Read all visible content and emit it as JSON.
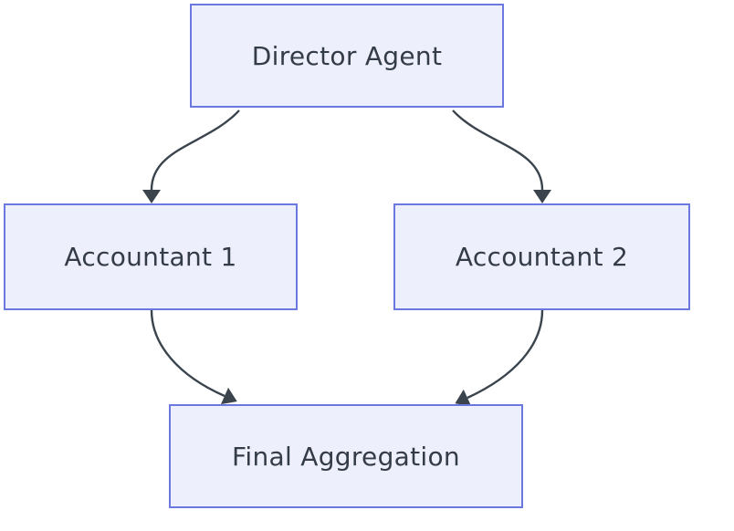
{
  "diagram": {
    "type": "flowchart",
    "direction": "top-down",
    "colors": {
      "canvas_bg": "#ffffff",
      "node_fill": "#edeffc",
      "node_border": "#6a78e0",
      "node_text": "#343c46",
      "edge_color": "#3b444d"
    },
    "nodes": [
      {
        "id": "director",
        "label": "Director Agent"
      },
      {
        "id": "accountant1",
        "label": "Accountant 1"
      },
      {
        "id": "accountant2",
        "label": "Accountant 2"
      },
      {
        "id": "final",
        "label": "Final Aggregation"
      }
    ],
    "edges": [
      {
        "from": "director",
        "to": "accountant1"
      },
      {
        "from": "director",
        "to": "accountant2"
      },
      {
        "from": "accountant1",
        "to": "final"
      },
      {
        "from": "accountant2",
        "to": "final"
      }
    ]
  }
}
